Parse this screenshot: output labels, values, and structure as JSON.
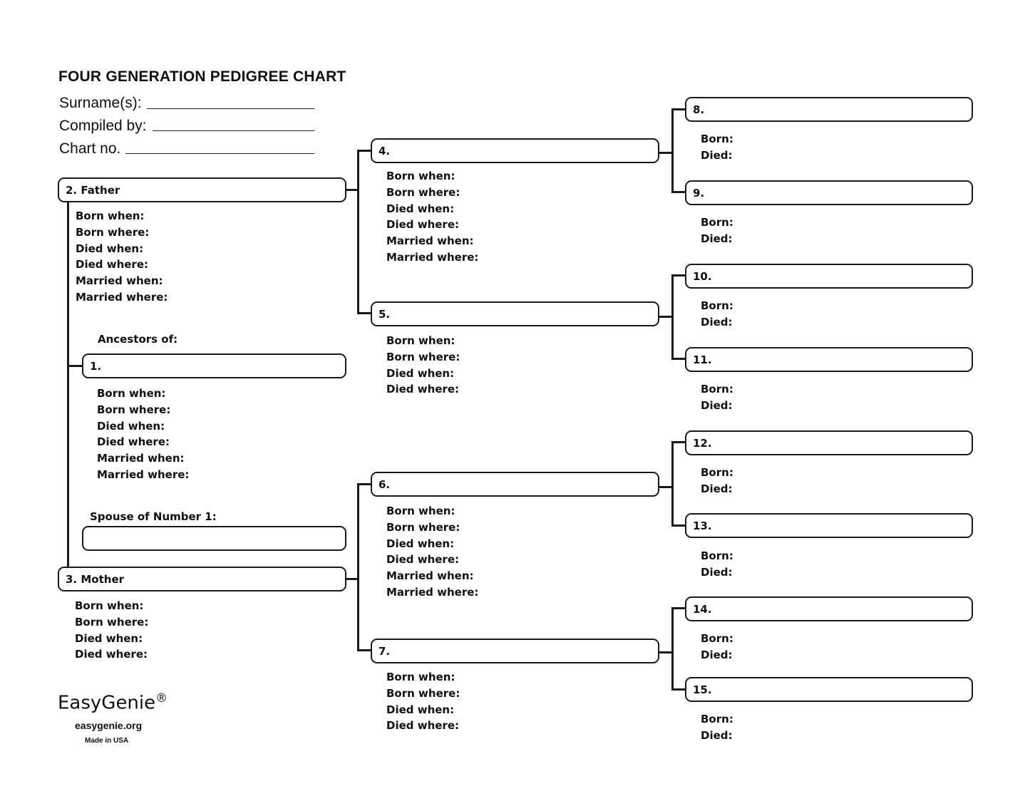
{
  "header": {
    "title": "FOUR GENERATION PEDIGREE CHART",
    "surname_label": "Surname(s):",
    "compiled_label": "Compiled by:",
    "chart_no_label": "Chart no."
  },
  "labels": {
    "full": [
      "Born when:",
      "Born where:",
      "Died when:",
      "Died where:",
      "Married when:",
      "Married where:"
    ],
    "short": [
      "Born when:",
      "Born where:",
      "Died when:",
      "Died where:"
    ],
    "mini": [
      "Born:",
      "Died:"
    ]
  },
  "boxes": {
    "p1": "1.",
    "p2": "2. Father",
    "p3": "3. Mother",
    "p4": "4.",
    "p5": "5.",
    "p6": "6.",
    "p7": "7.",
    "p8": "8.",
    "p9": "9.",
    "p10": "10.",
    "p11": "11.",
    "p12": "12.",
    "p13": "13.",
    "p14": "14.",
    "p15": "15."
  },
  "sections": {
    "ancestors_of": "Ancestors of:",
    "spouse_of": "Spouse of Number 1:"
  },
  "footer": {
    "brand": "EasyGenie",
    "brand_mark": "®",
    "website": "easygenie.org",
    "made_in": "Made in USA"
  }
}
